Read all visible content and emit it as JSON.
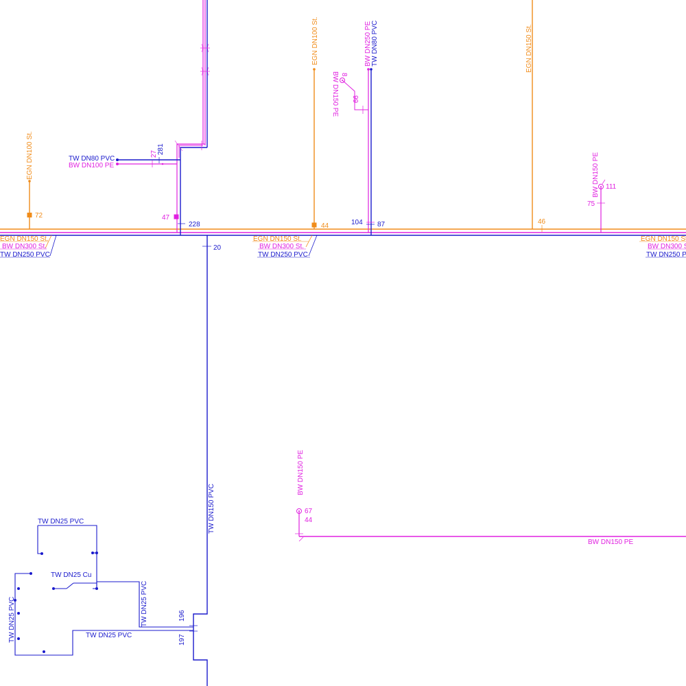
{
  "colors": {
    "tw": "#1a1acc",
    "bw": "#e020e0",
    "egn": "#f08c1a",
    "background": "#ffffff"
  },
  "labels": {
    "main_egn_left": "EGN DN150 St.",
    "main_bw_left": "BW DN300 St.",
    "main_tw_left": "TW DN250 PVC",
    "main_egn_mid": "EGN DN150 St.",
    "main_bw_mid": "BW DN300 St.",
    "main_tw_mid": "TW DN250 PVC",
    "main_egn_right": "EGN DN150 St.",
    "main_bw_right": "BW DN300 St.",
    "main_tw_right": "TW DN250 PVC",
    "egn_dn100_left": "EGN DN100 St.",
    "egn_dn100_mid": "EGN DN100 St.",
    "egn_dn150_right": "EGN DN150 St.",
    "bw_dn250": "BW DN250 PE",
    "tw_dn80_vertical": "TW DN80 PVC",
    "bw_dn150_curved": "BW DN150 PE",
    "tw_dn80_branch": "TW DN80 PVC",
    "bw_dn100_branch": "BW DN100 PE",
    "bw_dn150_right": "BW DN150 PE",
    "tw_dn150_vertical": "TW DN150 PVC",
    "bw_dn150_lower_vertical": "BW DN150 PE",
    "bw_dn150_lower_horizontal": "BW DN150 PE",
    "tw_dn25_pvc_top": "TW DN25 PVC",
    "tw_dn25_cu": "TW DN25 Cu",
    "tw_dn25_pvc_left": "TW DN25 PVC",
    "tw_dn25_pvc_mid": "TW DN25 PVC",
    "tw_dn25_pvc_bottom": "TW DN25 PVC"
  },
  "numbers": {
    "n72": "72",
    "n47": "47",
    "n228": "228",
    "n27": "27",
    "n281": "281",
    "n44_top": "44",
    "n104": "104",
    "n87": "87",
    "n99": "99",
    "n8": "8",
    "n46": "46",
    "n111": "111",
    "n75": "75",
    "n20": "20",
    "n67": "67",
    "n44_low": "44",
    "n196": "196",
    "n197": "197"
  }
}
